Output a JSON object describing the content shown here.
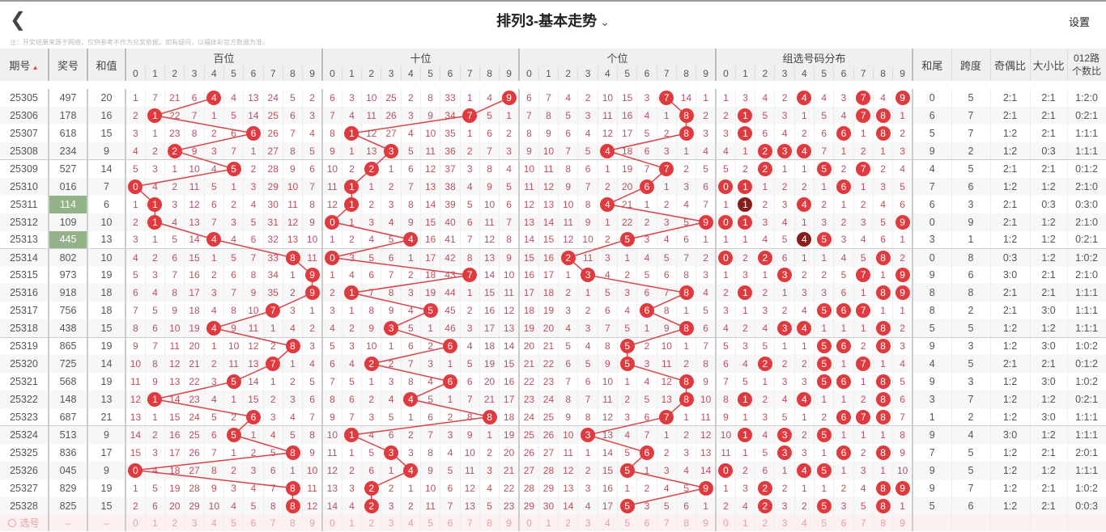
{
  "header": {
    "title": "排列3-基本走势",
    "settings": "设置"
  },
  "note": "注：开奖结果来源于网络，仅供参考不作为兑奖依据。如有疑问，以福体彩官方数据为准。",
  "columns": {
    "issue": "期号",
    "number": "奖号",
    "sum": "和值",
    "hundreds": "百位",
    "tens": "十位",
    "units": "个位",
    "group": "组选号码分布",
    "tail": "和尾",
    "span": "跨度",
    "odd_even": "奇偶比",
    "big_small": "大小比",
    "road012_1": "012路",
    "road012_2": "个数比"
  },
  "digits": [
    "0",
    "1",
    "2",
    "3",
    "4",
    "5",
    "6",
    "7",
    "8",
    "9"
  ],
  "initial_omission": {
    "hundreds": [
      1,
      7,
      21,
      6,
      0,
      4,
      13,
      24,
      5,
      2
    ],
    "tens": [
      6,
      3,
      10,
      25,
      2,
      8,
      33,
      1,
      4,
      0
    ],
    "units": [
      6,
      7,
      4,
      2,
      10,
      15,
      3,
      0,
      14,
      1
    ],
    "group": [
      1,
      3,
      4,
      2,
      0,
      4,
      3,
      0,
      4,
      0
    ]
  },
  "rows": [
    {
      "issue": "25305",
      "number": "497",
      "sum": "20",
      "tail": "0",
      "span": "5",
      "odd_even": "2:1",
      "big_small": "2:1",
      "road": "1:2:0"
    },
    {
      "issue": "25306",
      "number": "178",
      "sum": "16",
      "tail": "6",
      "span": "7",
      "odd_even": "2:1",
      "big_small": "2:1",
      "road": "0:2:1"
    },
    {
      "issue": "25307",
      "number": "618",
      "sum": "15",
      "tail": "5",
      "span": "7",
      "odd_even": "1:2",
      "big_small": "2:1",
      "road": "1:1:1"
    },
    {
      "issue": "25308",
      "number": "234",
      "sum": "9",
      "tail": "9",
      "span": "2",
      "odd_even": "1:2",
      "big_small": "0:3",
      "road": "1:1:1"
    },
    {
      "issue": "25309",
      "number": "527",
      "sum": "14",
      "tail": "4",
      "span": "5",
      "odd_even": "2:1",
      "big_small": "2:1",
      "road": "0:1:2"
    },
    {
      "issue": "25310",
      "number": "016",
      "sum": "7",
      "tail": "7",
      "span": "6",
      "odd_even": "1:2",
      "big_small": "1:2",
      "road": "2:1:0"
    },
    {
      "issue": "25311",
      "number": "114",
      "sum": "6",
      "tail": "6",
      "span": "3",
      "odd_even": "2:1",
      "big_small": "0:3",
      "road": "0:3:0",
      "highlight": true
    },
    {
      "issue": "25312",
      "number": "109",
      "sum": "10",
      "tail": "0",
      "span": "9",
      "odd_even": "2:1",
      "big_small": "1:2",
      "road": "2:1:0"
    },
    {
      "issue": "25313",
      "number": "445",
      "sum": "13",
      "tail": "3",
      "span": "1",
      "odd_even": "1:2",
      "big_small": "1:2",
      "road": "0:2:1",
      "highlight": true
    },
    {
      "issue": "25314",
      "number": "802",
      "sum": "10",
      "tail": "0",
      "span": "8",
      "odd_even": "0:3",
      "big_small": "1:2",
      "road": "1:0:2"
    },
    {
      "issue": "25315",
      "number": "973",
      "sum": "19",
      "tail": "9",
      "span": "6",
      "odd_even": "3:0",
      "big_small": "2:1",
      "road": "2:1:0"
    },
    {
      "issue": "25316",
      "number": "918",
      "sum": "18",
      "tail": "8",
      "span": "8",
      "odd_even": "2:1",
      "big_small": "2:1",
      "road": "1:1:1"
    },
    {
      "issue": "25317",
      "number": "756",
      "sum": "18",
      "tail": "8",
      "span": "2",
      "odd_even": "2:1",
      "big_small": "3:0",
      "road": "1:1:1"
    },
    {
      "issue": "25318",
      "number": "438",
      "sum": "15",
      "tail": "5",
      "span": "5",
      "odd_even": "1:2",
      "big_small": "1:2",
      "road": "1:1:1"
    },
    {
      "issue": "25319",
      "number": "865",
      "sum": "19",
      "tail": "9",
      "span": "3",
      "odd_even": "1:2",
      "big_small": "3:0",
      "road": "1:0:2"
    },
    {
      "issue": "25320",
      "number": "725",
      "sum": "14",
      "tail": "4",
      "span": "5",
      "odd_even": "2:1",
      "big_small": "2:1",
      "road": "0:1:2"
    },
    {
      "issue": "25321",
      "number": "568",
      "sum": "19",
      "tail": "9",
      "span": "3",
      "odd_even": "1:2",
      "big_small": "3:0",
      "road": "1:0:2"
    },
    {
      "issue": "25322",
      "number": "148",
      "sum": "13",
      "tail": "3",
      "span": "7",
      "odd_even": "1:2",
      "big_small": "1:2",
      "road": "0:2:1"
    },
    {
      "issue": "25323",
      "number": "687",
      "sum": "21",
      "tail": "1",
      "span": "2",
      "odd_even": "1:2",
      "big_small": "3:0",
      "road": "1:1:1"
    },
    {
      "issue": "25324",
      "number": "513",
      "sum": "9",
      "tail": "9",
      "span": "4",
      "odd_even": "3:0",
      "big_small": "1:2",
      "road": "1:1:1"
    },
    {
      "issue": "25325",
      "number": "836",
      "sum": "17",
      "tail": "7",
      "span": "5",
      "odd_even": "1:2",
      "big_small": "2:1",
      "road": "2:0:1"
    },
    {
      "issue": "25326",
      "number": "045",
      "sum": "9",
      "tail": "9",
      "span": "5",
      "odd_even": "1:2",
      "big_small": "1:2",
      "road": "1:1:1"
    },
    {
      "issue": "25327",
      "number": "829",
      "sum": "19",
      "tail": "9",
      "span": "7",
      "odd_even": "1:2",
      "big_small": "2:1",
      "road": "1:0:2"
    },
    {
      "issue": "25328",
      "number": "825",
      "sum": "15",
      "tail": "5",
      "span": "6",
      "odd_even": "1:2",
      "big_small": "2:1",
      "road": "0:0:3"
    }
  ],
  "pick_row": {
    "label": "选号",
    "dash": "–"
  },
  "colors": {
    "ball": "#e0393e",
    "ball_double": "#8a1c1c",
    "line": "#d9434a",
    "highlight": "#93b28a"
  }
}
